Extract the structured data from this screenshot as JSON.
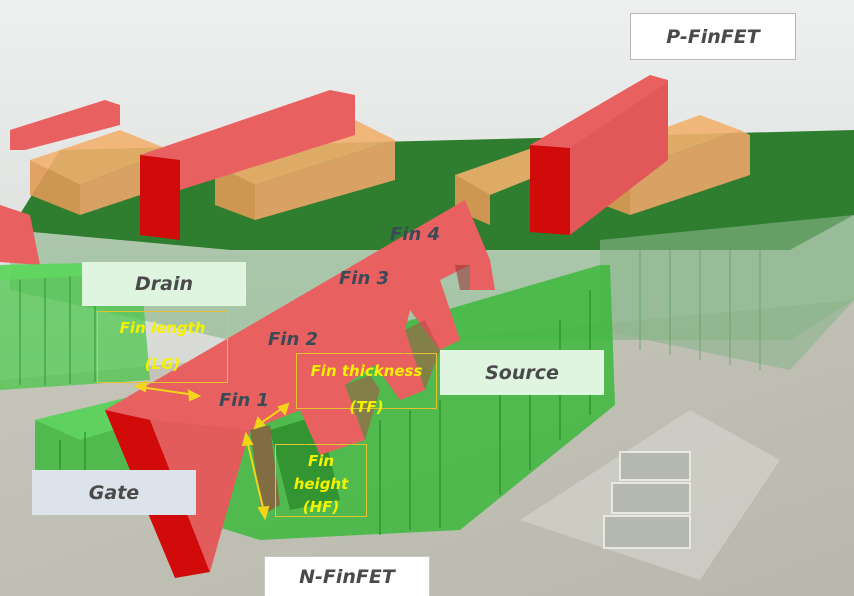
{
  "labels": {
    "p_finfet": "P-FinFET",
    "n_finfet": "N-FinFET",
    "drain": "Drain",
    "source": "Source",
    "gate": "Gate",
    "fin1": "Fin 1",
    "fin2": "Fin 2",
    "fin3": "Fin 3",
    "fin4": "Fin 4"
  },
  "dimensions": {
    "fin_length": {
      "line1": "Fin length",
      "line2": "(LG)"
    },
    "fin_thickness": {
      "line1": "Fin thickness",
      "line2": "(TF)"
    },
    "fin_height": {
      "line1": "Fin",
      "line2": "height",
      "line3": "(HF)"
    }
  },
  "colors": {
    "gate_red": "#e25e5e",
    "gate_red_side": "#d10a0a",
    "fin_green": "#45c645",
    "substrate_green": "#2f8f2f",
    "contact_orange": "#e6a06a",
    "annotation_yellow": "#f5f200",
    "label_box_green": "#dff5e0",
    "label_box_grey": "#dde3ea"
  }
}
